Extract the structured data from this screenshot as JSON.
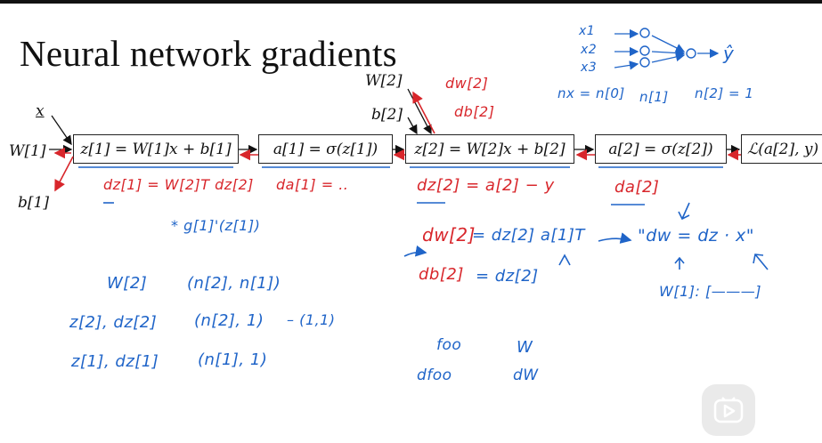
{
  "title": "Neural network gradients",
  "inputs": {
    "x": "x",
    "W1": "W[1]",
    "b1": "b[1]",
    "W2": "W[2]",
    "b2": "b[2]"
  },
  "boxes": [
    {
      "text": "z[1] = W[1]x + b[1]"
    },
    {
      "text": "a[1] = σ(z[1])"
    },
    {
      "text": "z[2] = W[2]x + b[2]"
    },
    {
      "text": "a[2] = σ(z[2])"
    },
    {
      "text": "ℒ(a[2], y)"
    }
  ],
  "red_notes": {
    "dw2_top": "dw[2]",
    "db2_top": "db[2]",
    "dz1": "dz[1] = W[2]T dz[2]",
    "da1": "da[1] = ..",
    "dz2": "dz[2] = a[2] − y",
    "da2": "da[2]",
    "dw2": "dw[2]",
    "db2": "db[2]"
  },
  "blue_notes": {
    "g_prime": "* g[1]'(z[1])",
    "dw2_rhs": "= dz[2] a[1]T",
    "db2_rhs": "= dz[2]",
    "dw_formula": "\"dw = dz · x\"",
    "w1_shape": "W[1]: [———]",
    "net_x1": "x1",
    "net_x2": "x2",
    "net_x3": "x3",
    "net_yhat": "ŷ",
    "nx": "nx = n[0]",
    "n1": "n[1]",
    "n2": "n[2] = 1",
    "w2_dim": "W[2]",
    "w2_shape": "(n[2], n[1])",
    "z2_dz2": "z[2], dz[2]",
    "z2_shape": "(n[2], 1)",
    "z2_extra": "– (1,1)",
    "z1_dz1": "z[1], dz[1]",
    "z1_shape": "(n[1], 1)",
    "foo": "foo",
    "dfoo": "dfoo",
    "w": "W",
    "dw": "dW"
  },
  "colors": {
    "blue": "#1f64c8",
    "red": "#d8262b",
    "ink": "#111111"
  }
}
